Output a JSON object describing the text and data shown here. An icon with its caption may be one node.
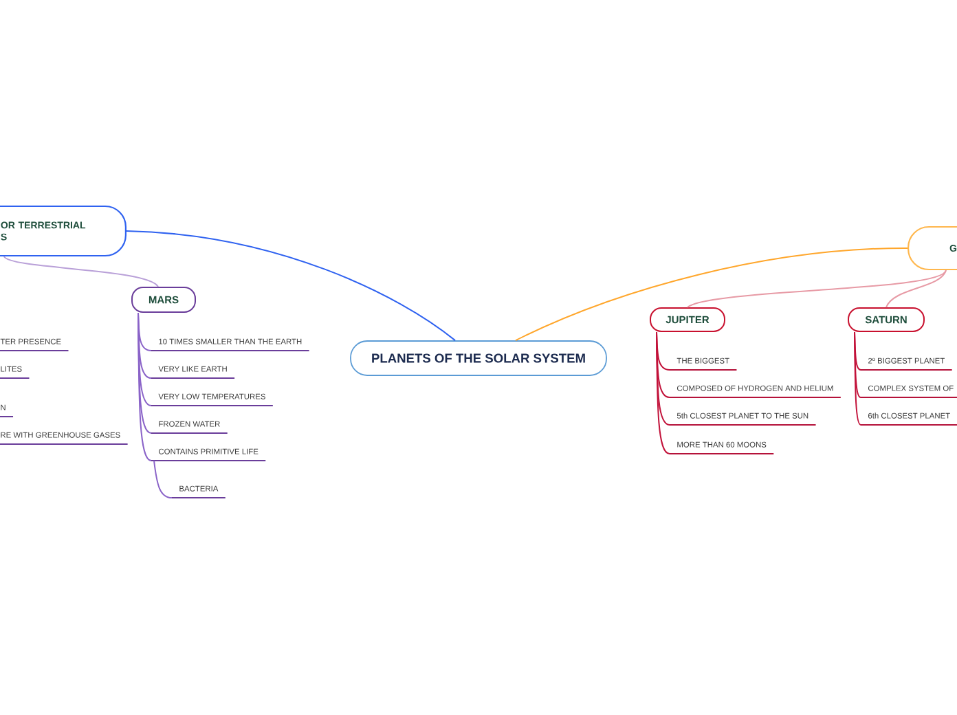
{
  "diagram": {
    "nodes": [
      {
        "text": [
          "PLANETS OF THE SOLAR SYSTEM"
        ]
      },
      {
        "text": [
          "OR TERRESTRIAL S"
        ]
      },
      {
        "text": [
          "TER PRESENCE"
        ]
      },
      {
        "text": [
          "LITES"
        ]
      },
      {
        "text": [
          "N"
        ]
      },
      {
        "text": [
          "RE WITH GREENHOUSE GASES"
        ]
      },
      {
        "text": [
          "MARS"
        ]
      },
      {
        "text": [
          "10 TIMES SMALLER THAN THE EARTH"
        ]
      },
      {
        "text": [
          "VERY LIKE EARTH"
        ]
      },
      {
        "text": [
          "VERY LOW TEMPERATURES"
        ]
      },
      {
        "text": [
          "FROZEN WATER"
        ]
      },
      {
        "text": [
          "CONTAINS PRIMITIVE LIFE"
        ]
      },
      {
        "text": [
          "BACTERIA"
        ]
      },
      {
        "text": [
          "G"
        ]
      },
      {
        "text": [
          "JUPITER"
        ]
      },
      {
        "text": [
          "THE BIGGEST"
        ]
      },
      {
        "text": [
          "COMPOSED OF HYDROGEN AND HELIUM"
        ]
      },
      {
        "text": [
          "5th CLOSEST PLANET TO THE SUN"
        ]
      },
      {
        "text": [
          "MORE THAN 60 MOONS"
        ]
      },
      {
        "text": [
          "SATURN"
        ]
      },
      {
        "text": [
          "2º BIGGEST PLANET"
        ]
      },
      {
        "text": [
          "COMPLEX SYSTEM OF"
        ]
      },
      {
        "text": [
          "6th CLOSEST PLANET"
        ]
      }
    ],
    "edges": [
      {
        "from": 0,
        "to": 1,
        "arrow": "none",
        "color": "#2f62f0"
      },
      {
        "from": 0,
        "to": 13,
        "arrow": "none",
        "color": "#ffa62b"
      },
      {
        "from": 1,
        "to": 6,
        "arrow": "none",
        "color": "#b9a0d8"
      },
      {
        "from": 6,
        "to": 7,
        "arrow": "none",
        "color": "#8a63c8"
      },
      {
        "from": 6,
        "to": 8,
        "arrow": "none",
        "color": "#8a63c8"
      },
      {
        "from": 6,
        "to": 9,
        "arrow": "none",
        "color": "#8a63c8"
      },
      {
        "from": 6,
        "to": 10,
        "arrow": "none",
        "color": "#8a63c8"
      },
      {
        "from": 6,
        "to": 11,
        "arrow": "none",
        "color": "#8a63c8"
      },
      {
        "from": 11,
        "to": 12,
        "arrow": "none",
        "color": "#8a63c8"
      },
      {
        "from": 13,
        "to": 14,
        "arrow": "none",
        "color": "#e79aa5"
      },
      {
        "from": 13,
        "to": 19,
        "arrow": "none",
        "color": "#e79aa5"
      },
      {
        "from": 14,
        "to": 15,
        "arrow": "none",
        "color": "#c2123a"
      },
      {
        "from": 14,
        "to": 16,
        "arrow": "none",
        "color": "#c2123a"
      },
      {
        "from": 14,
        "to": 17,
        "arrow": "none",
        "color": "#c2123a"
      },
      {
        "from": 14,
        "to": 18,
        "arrow": "none",
        "color": "#c2123a"
      },
      {
        "from": 19,
        "to": 20,
        "arrow": "none",
        "color": "#c2123a"
      },
      {
        "from": 19,
        "to": 21,
        "arrow": "none",
        "color": "#c2123a"
      },
      {
        "from": 19,
        "to": 22,
        "arrow": "none",
        "color": "#c2123a"
      }
    ]
  }
}
